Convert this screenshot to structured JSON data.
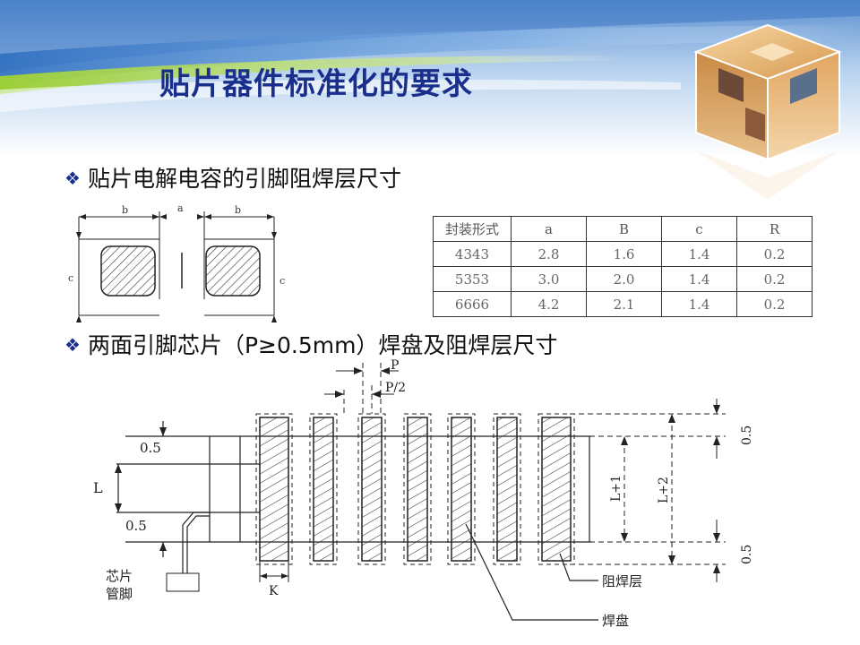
{
  "slide": {
    "title": "贴片器件标准化的要求",
    "bullet_1": "贴片电解电容的引脚阻焊层尺寸",
    "bullet_2": "两面引脚芯片（P≥0.5mm）焊盘及阻焊层尺寸",
    "bullet_icon": "diamond-bullet-icon",
    "title_color": "#1a2f8c"
  },
  "capacitor_diagram": {
    "label_b_left": "b",
    "label_a": "a",
    "label_b_right": "b",
    "label_c_left": "c",
    "label_c_right": "c"
  },
  "spec_table": {
    "headers": [
      "封装形式",
      "a",
      "B",
      "c",
      "R"
    ],
    "rows": [
      [
        "4343",
        "2.8",
        "1.6",
        "1.4",
        "0.2"
      ],
      [
        "5353",
        "3.0",
        "2.0",
        "1.4",
        "0.2"
      ],
      [
        "6666",
        "4.2",
        "2.1",
        "1.4",
        "0.2"
      ]
    ]
  },
  "chip_diagram": {
    "label_p": "P",
    "label_p_half": "P/2",
    "label_05_top_left": "0.5",
    "label_L": "L",
    "label_05_bottom_left": "0.5",
    "label_chip_pin_1": "芯片",
    "label_chip_pin_2": "管脚",
    "label_K": "K",
    "label_solder_mask": "阻焊层",
    "label_pad": "焊盘",
    "label_L_plus_1": "L+1",
    "label_L_plus_2": "L+2",
    "label_05_right_top": "0.5",
    "label_05_right_bottom": "0.5"
  }
}
